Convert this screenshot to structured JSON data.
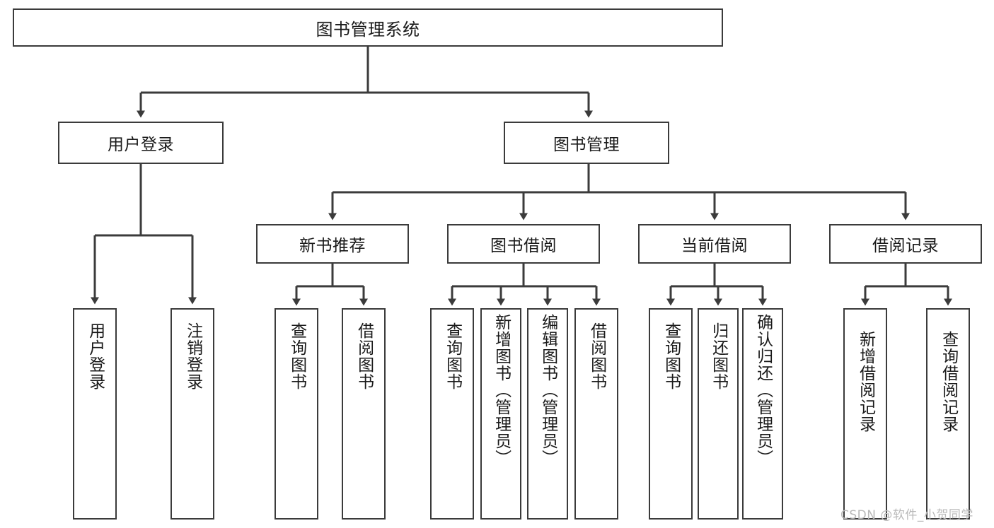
{
  "diagram": {
    "title": "图书管理系统",
    "colors": {
      "background": "#ffffff",
      "box_border": "#3b3b3b",
      "connector_line": "#3b3b3b",
      "text": "#1a1a1a",
      "watermark": "#b9b9b9"
    },
    "watermark": "CSDN @软件_小贺同学",
    "root": {
      "label": "图书管理系统"
    },
    "level2": [
      {
        "label": "用户登录"
      },
      {
        "label": "图书管理"
      }
    ],
    "level3": [
      {
        "label": "新书推荐"
      },
      {
        "label": "图书借阅"
      },
      {
        "label": "当前借阅"
      },
      {
        "label": "借阅记录"
      }
    ],
    "leaves": {
      "user_login": [
        {
          "label": "用户登录"
        },
        {
          "label": "注销登录"
        }
      ],
      "new_book_recommend": [
        {
          "label": "查询图书"
        },
        {
          "label": "借阅图书"
        }
      ],
      "book_borrow": [
        {
          "label": "查询图书"
        },
        {
          "label": "新增图书（管理员）"
        },
        {
          "label": "编辑图书（管理员）"
        },
        {
          "label": "借阅图书"
        }
      ],
      "current_borrow": [
        {
          "label": "查询图书"
        },
        {
          "label": "归还图书"
        },
        {
          "label": "确认归还（管理员）"
        }
      ],
      "borrow_record": [
        {
          "label": "新增借阅记录"
        },
        {
          "label": "查询借阅记录"
        }
      ]
    }
  },
  "chart_data": {
    "type": "tree",
    "title": "图书管理系统",
    "orientation": "top-down",
    "levels": 4,
    "nodes": [
      {
        "id": "root",
        "label": "图书管理系统",
        "level": 1,
        "parent": null
      },
      {
        "id": "n-user-login",
        "label": "用户登录",
        "level": 2,
        "parent": "root"
      },
      {
        "id": "n-book-mgmt",
        "label": "图书管理",
        "level": 2,
        "parent": "root"
      },
      {
        "id": "n-new-book",
        "label": "新书推荐",
        "level": 3,
        "parent": "n-book-mgmt"
      },
      {
        "id": "n-book-borrow",
        "label": "图书借阅",
        "level": 3,
        "parent": "n-book-mgmt"
      },
      {
        "id": "n-current-borrow",
        "label": "当前借阅",
        "level": 3,
        "parent": "n-book-mgmt"
      },
      {
        "id": "n-borrow-record",
        "label": "借阅记录",
        "level": 3,
        "parent": "n-book-mgmt"
      },
      {
        "id": "l-login",
        "label": "用户登录",
        "level": 4,
        "parent": "n-user-login"
      },
      {
        "id": "l-logout",
        "label": "注销登录",
        "level": 4,
        "parent": "n-user-login"
      },
      {
        "id": "l-nb-query",
        "label": "查询图书",
        "level": 4,
        "parent": "n-new-book"
      },
      {
        "id": "l-nb-borrow",
        "label": "借阅图书",
        "level": 4,
        "parent": "n-new-book"
      },
      {
        "id": "l-bb-query",
        "label": "查询图书",
        "level": 4,
        "parent": "n-book-borrow"
      },
      {
        "id": "l-bb-add",
        "label": "新增图书（管理员）",
        "level": 4,
        "parent": "n-book-borrow"
      },
      {
        "id": "l-bb-edit",
        "label": "编辑图书（管理员）",
        "level": 4,
        "parent": "n-book-borrow"
      },
      {
        "id": "l-bb-borrow",
        "label": "借阅图书",
        "level": 4,
        "parent": "n-book-borrow"
      },
      {
        "id": "l-cb-query",
        "label": "查询图书",
        "level": 4,
        "parent": "n-current-borrow"
      },
      {
        "id": "l-cb-return",
        "label": "归还图书",
        "level": 4,
        "parent": "n-current-borrow"
      },
      {
        "id": "l-cb-confirm",
        "label": "确认归还（管理员）",
        "level": 4,
        "parent": "n-current-borrow"
      },
      {
        "id": "l-br-add",
        "label": "新增借阅记录",
        "level": 4,
        "parent": "n-borrow-record"
      },
      {
        "id": "l-br-query",
        "label": "查询借阅记录",
        "level": 4,
        "parent": "n-borrow-record"
      }
    ]
  }
}
